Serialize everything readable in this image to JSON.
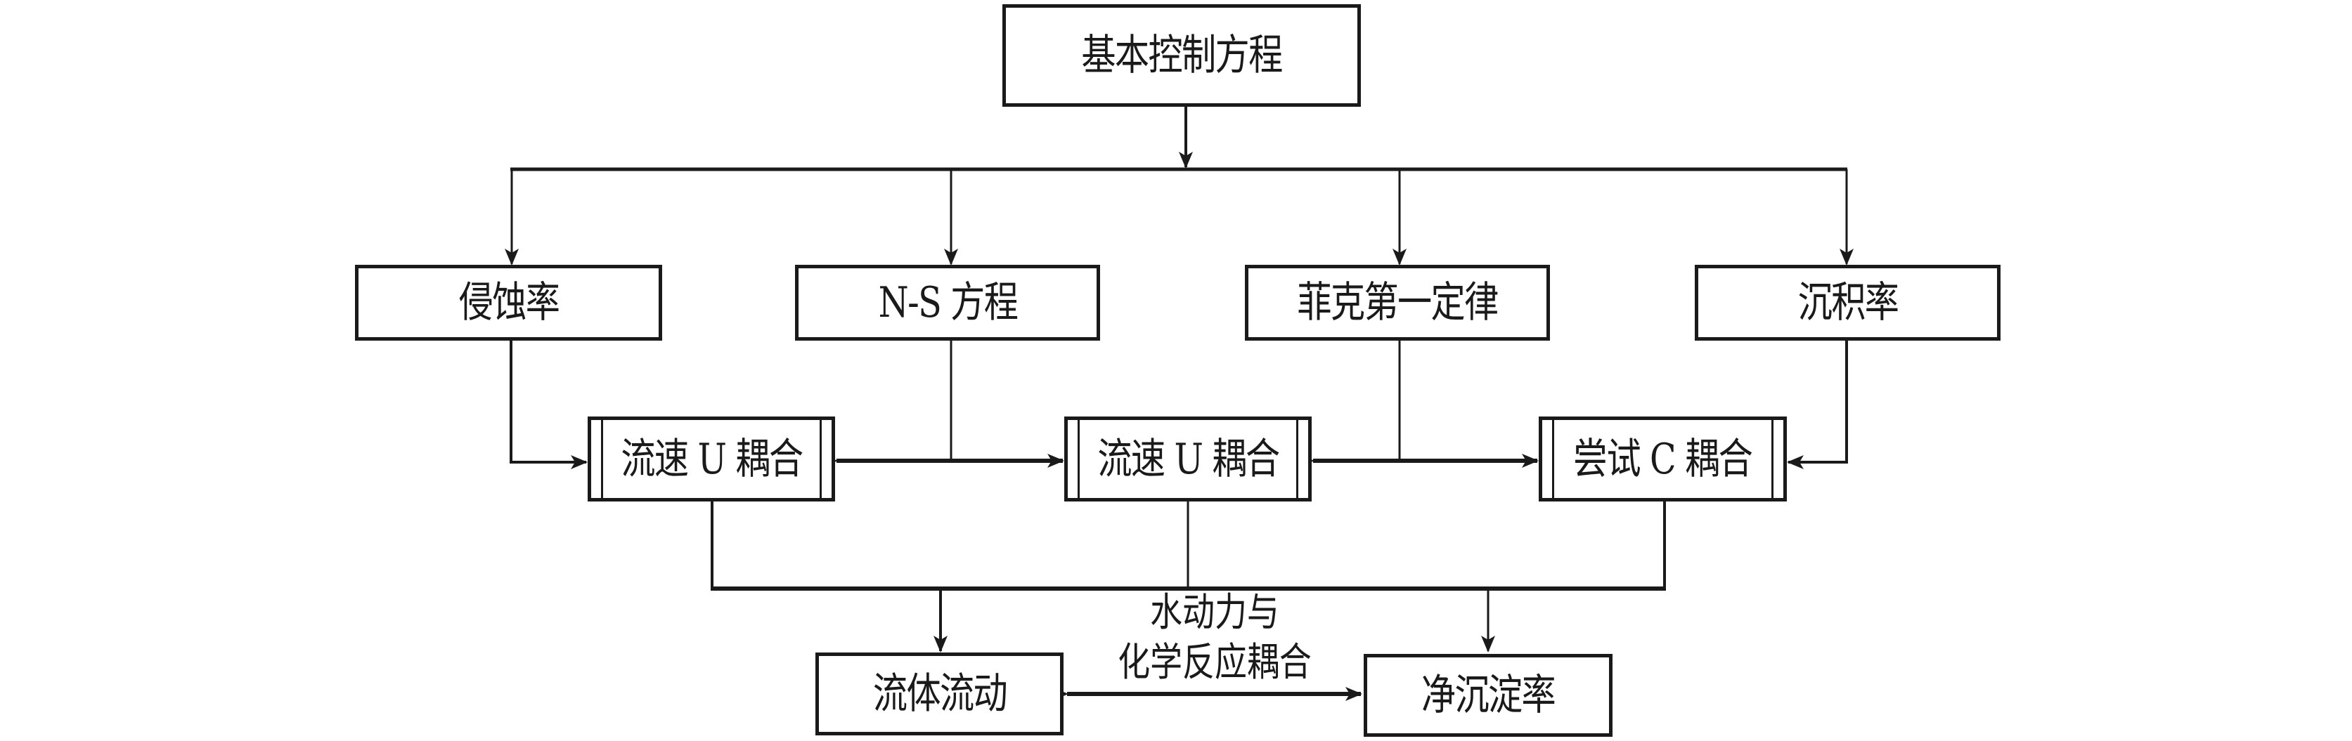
{
  "diagram": {
    "top": {
      "label": "基本控制方程"
    },
    "equations": [
      {
        "label": "侵蚀率"
      },
      {
        "label": "N-S 方程"
      },
      {
        "label": "菲克第一定律"
      },
      {
        "label": "沉积率"
      }
    ],
    "couplings": [
      {
        "label": "流速 U 耦合"
      },
      {
        "label": "流速 U 耦合"
      },
      {
        "label": "尝试 C 耦合"
      }
    ],
    "outputs": [
      {
        "label": "流体流动"
      },
      {
        "label": "净沉淀率"
      }
    ],
    "center_caption": {
      "line1": "水动力与",
      "line2": "化学反应耦合"
    }
  }
}
